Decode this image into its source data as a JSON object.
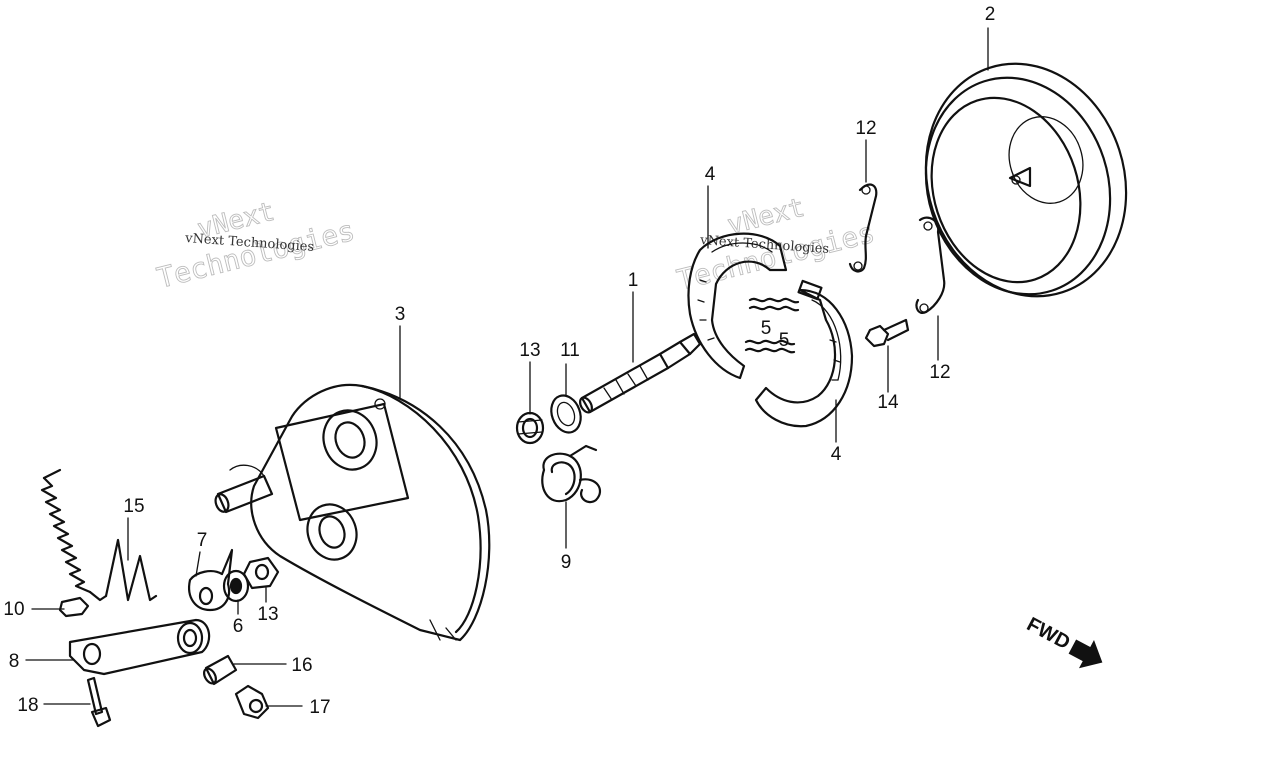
{
  "watermark": {
    "brand_small": "vNext Technologies",
    "brand_line1": "vNext",
    "brand_line2": "Technologies"
  },
  "direction": {
    "text": "FWD"
  },
  "callouts": {
    "c1": "1",
    "c2": "2",
    "c3": "3",
    "c4a": "4",
    "c4b": "4",
    "c5a": "5",
    "c5b": "5",
    "c6": "6",
    "c7": "7",
    "c8": "8",
    "c9": "9",
    "c10": "10",
    "c11": "11",
    "c12a": "12",
    "c12b": "12",
    "c13a": "13",
    "c13b": "13",
    "c14": "14",
    "c15": "15",
    "c16": "16",
    "c17": "17",
    "c18": "18"
  }
}
